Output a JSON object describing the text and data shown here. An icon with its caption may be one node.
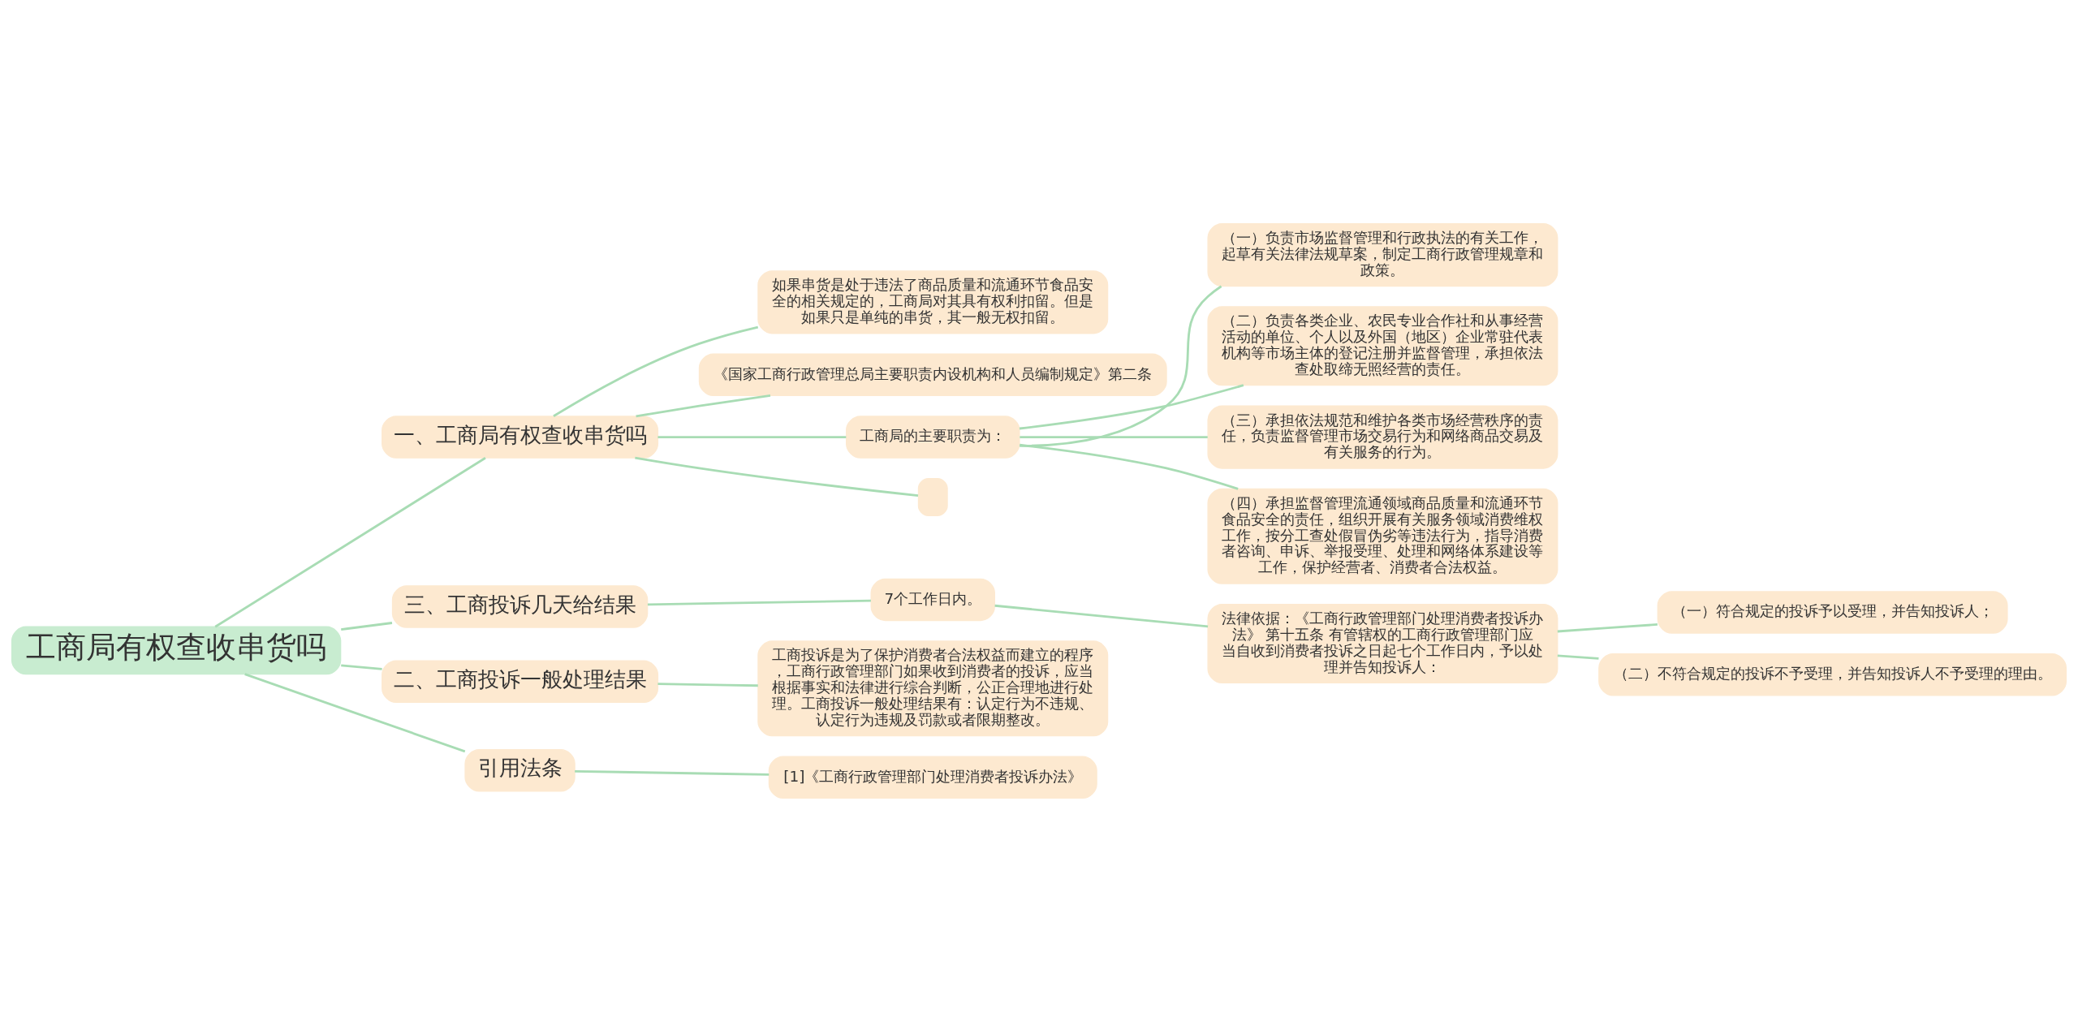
{
  "diagram": {
    "nodes": [
      {
        "text": [
          "工商局有权查收串货吗"
        ]
      },
      {
        "text": [
          "一、工商局有权查收串货吗"
        ]
      },
      {
        "text": [
          "如果串货是处于违法了商品质量和流通环节食品安全的相关规定的，工商局对其具有权利扣留。但是如果只是单纯的串货，其一般无权扣留。"
        ]
      },
      {
        "text": [
          "《国家工商行政管理总局主要职责内设机构和人员编制规定》第二条"
        ]
      },
      {
        "text": [
          "工商局的主要职责为："
        ]
      },
      {
        "text": [
          "（一）负责市场监督管理和行政执法的有关工作，起草有关法律法规草案，制定工商行政管理规章和政策。"
        ]
      },
      {
        "text": [
          "（二）负责各类企业、农民专业合作社和从事经营活动的单位、个人以及外国（地区）企业常驻代表机构等市场主体的登记注册并监督管理，承担依法查处取缔无照经营的责任。"
        ]
      },
      {
        "text": [
          "（三）承担依法规范和维护各类市场经营秩序的责任，负责监督管理市场交易行为和网络商品交易及有关服务的行为。"
        ]
      },
      {
        "text": [
          "（四）承担监督管理流通领域商品质量和流通环节食品安全的责任，组织开展有关服务领域消费维权工作，按分工查处假冒伪劣等违法行为，指导消费者咨询、申诉、举报受理、处理和网络体系建设等工作，保护经营者、消费者合法权益。"
        ]
      },
      {
        "text": [],
        "shape": "box"
      },
      {
        "text": [
          "三、工商投诉几天给结果"
        ]
      },
      {
        "text": [
          "7个工作日内。"
        ]
      },
      {
        "text": [
          "法律依据：《工商行政管理部门处理消费者投诉办法》 第十五条 有管辖权的工商行政管理部门应当自收到消费者投诉之日起七个工作日内，予以处理并告知投诉人："
        ]
      },
      {
        "text": [
          "（一）符合规定的投诉予以受理，并告知投诉人；"
        ]
      },
      {
        "text": [
          "（二）不符合规定的投诉不予受理，并告知投诉人不予受理的理由。"
        ]
      },
      {
        "text": [
          "二、工商投诉一般处理结果"
        ]
      },
      {
        "text": [
          "工商投诉是为了保护消费者合法权益而建立的程序，工商行政管理部门如果收到消费者的投诉，应当根据事实和法律进行综合判断，公正合理地进行处理。工商投诉一般处理结果有：认定行为不违规、认定行为违规及罚款或者限期整改。"
        ]
      },
      {
        "text": [
          "引用法条"
        ]
      },
      {
        "text": [
          "[1]《工商行政管理部门处理消费者投诉办法》"
        ]
      }
    ],
    "edges": [
      {
        "from": 0,
        "to": 1,
        "arrow": "none"
      },
      {
        "from": 1,
        "to": 2,
        "arrow": "none"
      },
      {
        "from": 1,
        "to": 3,
        "arrow": "none"
      },
      {
        "from": 1,
        "to": 4,
        "arrow": "none"
      },
      {
        "from": 4,
        "to": 5,
        "arrow": "none"
      },
      {
        "from": 4,
        "to": 6,
        "arrow": "none"
      },
      {
        "from": 4,
        "to": 7,
        "arrow": "none"
      },
      {
        "from": 4,
        "to": 8,
        "arrow": "none"
      },
      {
        "from": 1,
        "to": 9,
        "arrow": "none"
      },
      {
        "from": 0,
        "to": 10,
        "arrow": "none"
      },
      {
        "from": 10,
        "to": 11,
        "arrow": "none"
      },
      {
        "from": 11,
        "to": 12,
        "arrow": "none"
      },
      {
        "from": 12,
        "to": 13,
        "arrow": "none"
      },
      {
        "from": 12,
        "to": 14,
        "arrow": "none"
      },
      {
        "from": 0,
        "to": 15,
        "arrow": "none"
      },
      {
        "from": 15,
        "to": 16,
        "arrow": "none"
      },
      {
        "from": 0,
        "to": 17,
        "arrow": "none"
      },
      {
        "from": 17,
        "to": 18,
        "arrow": "none"
      }
    ]
  }
}
